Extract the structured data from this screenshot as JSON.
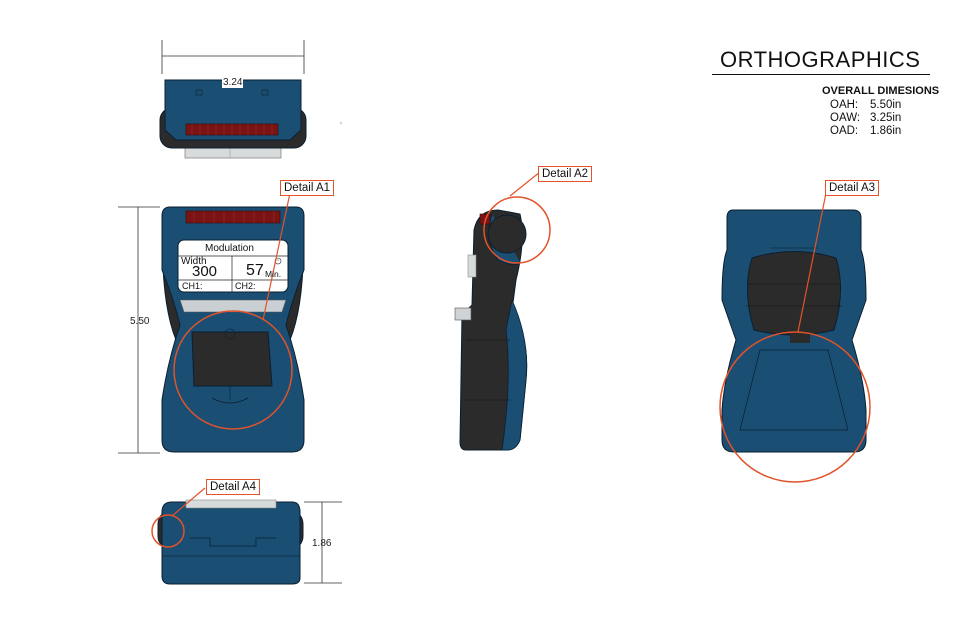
{
  "title": "ORTHOGRAPHICS",
  "overall": {
    "header": "OVERALL DIMESIONS",
    "rows": [
      {
        "label": "OAH:",
        "value": "5.50in"
      },
      {
        "label": "OAW:",
        "value": "3.25in"
      },
      {
        "label": "OAD:",
        "value": "1.86in"
      }
    ]
  },
  "dimensions": {
    "top_width": "3.24",
    "front_height": "5.50",
    "bottom_depth": "1.86"
  },
  "details": {
    "a1": "Detail A1",
    "a2": "Detail A2",
    "a3": "Detail A3",
    "a4": "Detail A4"
  },
  "lcd": {
    "mode": "Modulation",
    "param_label": "Width",
    "param_value": "300",
    "time_value": "57",
    "time_unit": "Min.",
    "ch1": "CH1:",
    "ch2": "CH2:"
  },
  "colors": {
    "body": "#1a4e73",
    "outline": "#0b1f30",
    "rubber": "#2b2b2b",
    "accent": "#e2532a",
    "window": "#7a1414"
  }
}
